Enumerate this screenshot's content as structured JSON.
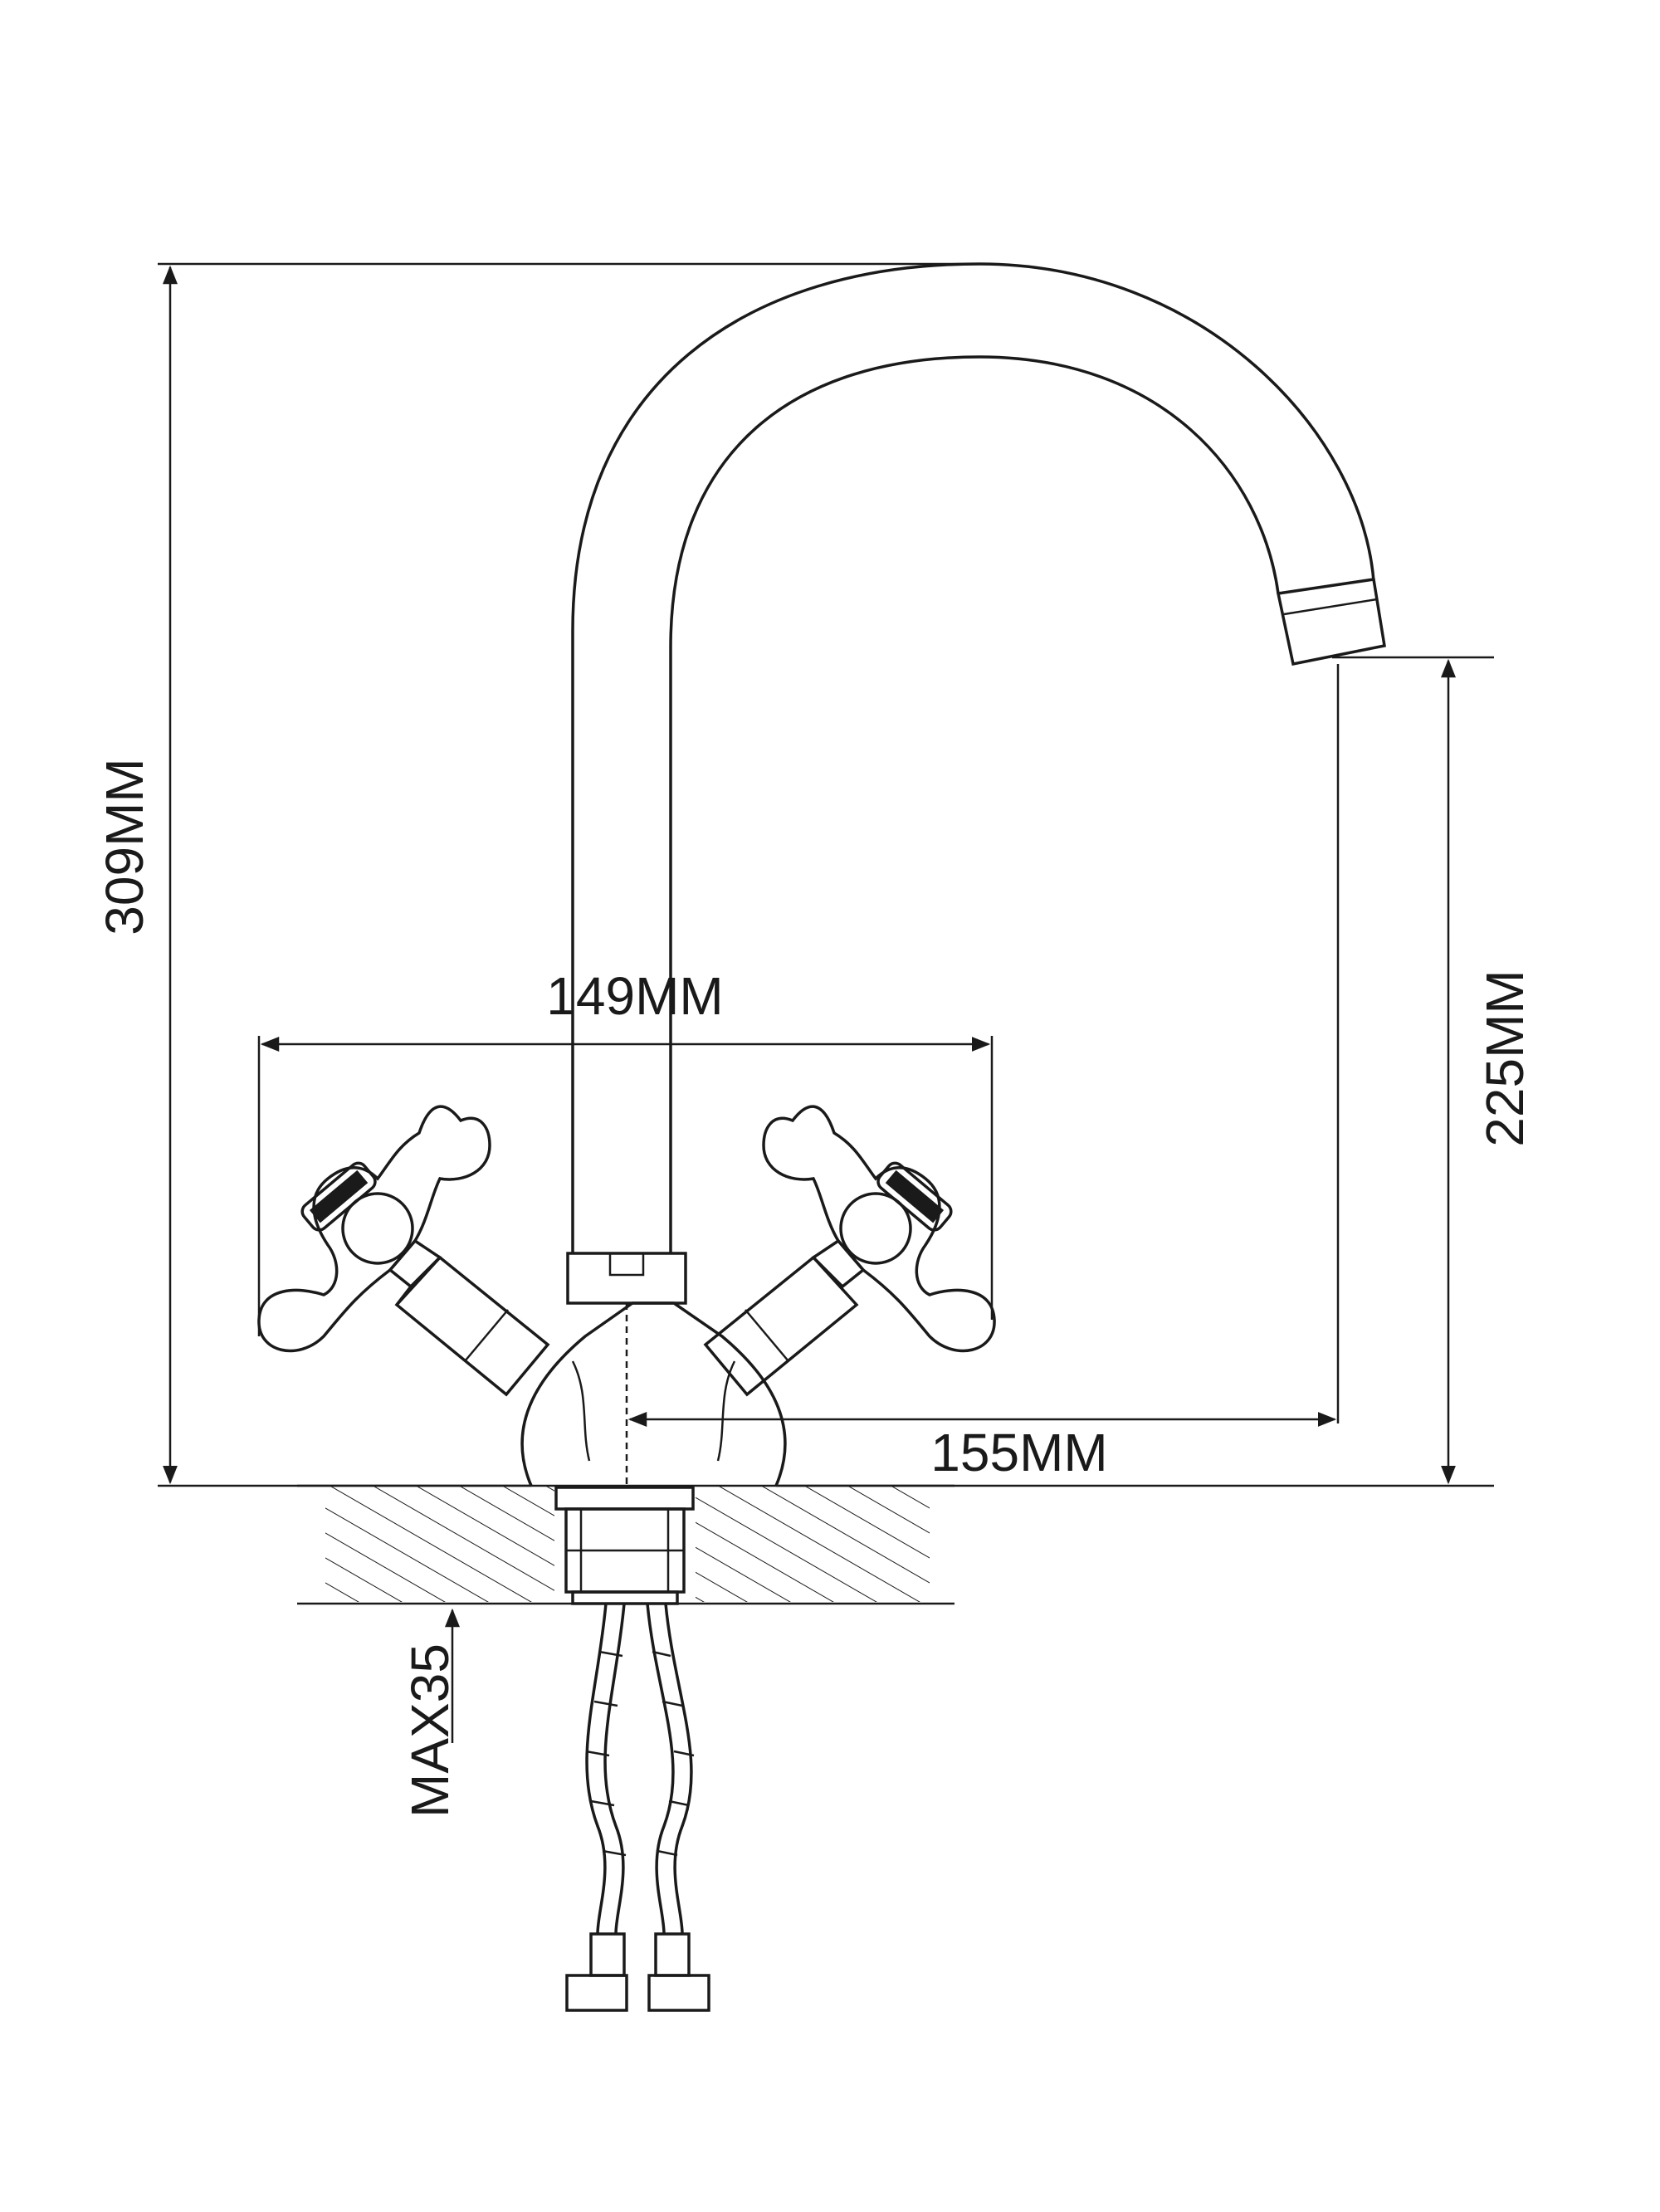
{
  "dimensions": {
    "total_height": "309MM",
    "spout_height": "225MM",
    "handle_span": "149MM",
    "spout_reach": "155MM",
    "max_counter_thickness": "MAX35"
  },
  "colors": {
    "line": "#1a1a1a",
    "background": "#ffffff"
  }
}
